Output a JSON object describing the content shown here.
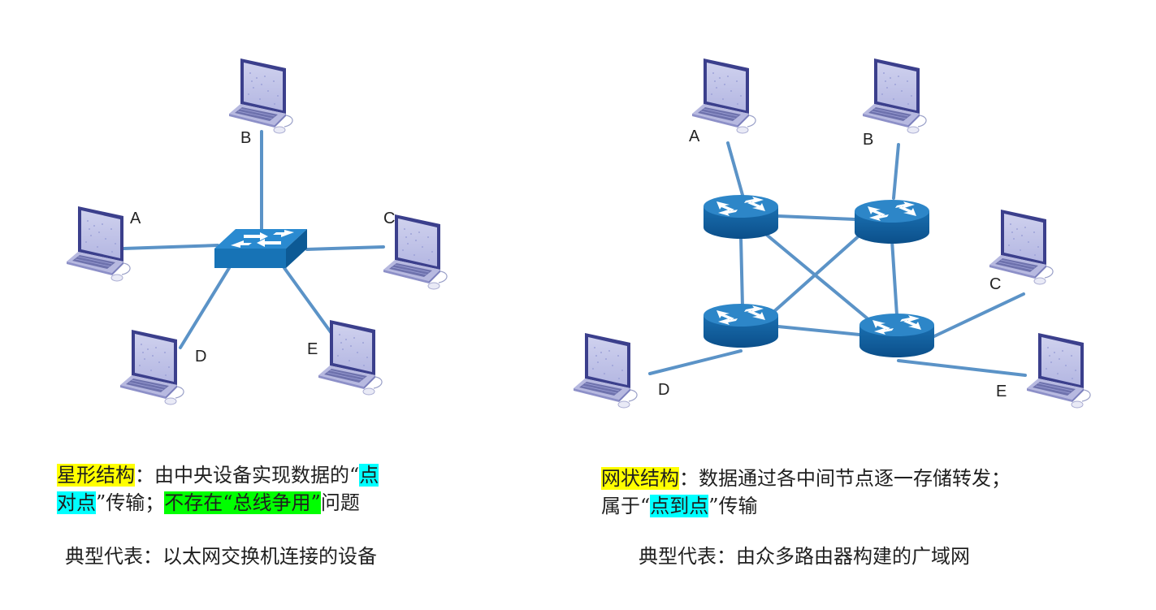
{
  "star": {
    "labels": {
      "A": "A",
      "B": "B",
      "C": "C",
      "D": "D",
      "E": "E"
    },
    "caption": {
      "term": "星形结构",
      "colon": "：",
      "text1": "由中央设备实现数据的",
      "quote_open1": "“",
      "hl1_part1": "点",
      "hl1_part2": "对点",
      "quote_close1": "”",
      "text2": "传输；",
      "hl2": "不存在“总线争用”",
      "text3": "问题"
    },
    "typical": "典型代表：以太网交换机连接的设备"
  },
  "mesh": {
    "labels": {
      "A": "A",
      "B": "B",
      "C": "C",
      "D": "D",
      "E": "E"
    },
    "caption": {
      "term": "网状结构",
      "text1": "：数据通过各中间节点逐一存储转发；",
      "text2": "属于“",
      "hl": "点到点",
      "text3": "”传输"
    },
    "typical": "典型代表：由众多路由器构建的广域网"
  },
  "colors": {
    "link": "#5b93c7",
    "device_blue": "#1b75b8",
    "highlight_yellow": "#ffff00",
    "highlight_cyan": "#00ffff",
    "highlight_green": "#00ff00"
  }
}
